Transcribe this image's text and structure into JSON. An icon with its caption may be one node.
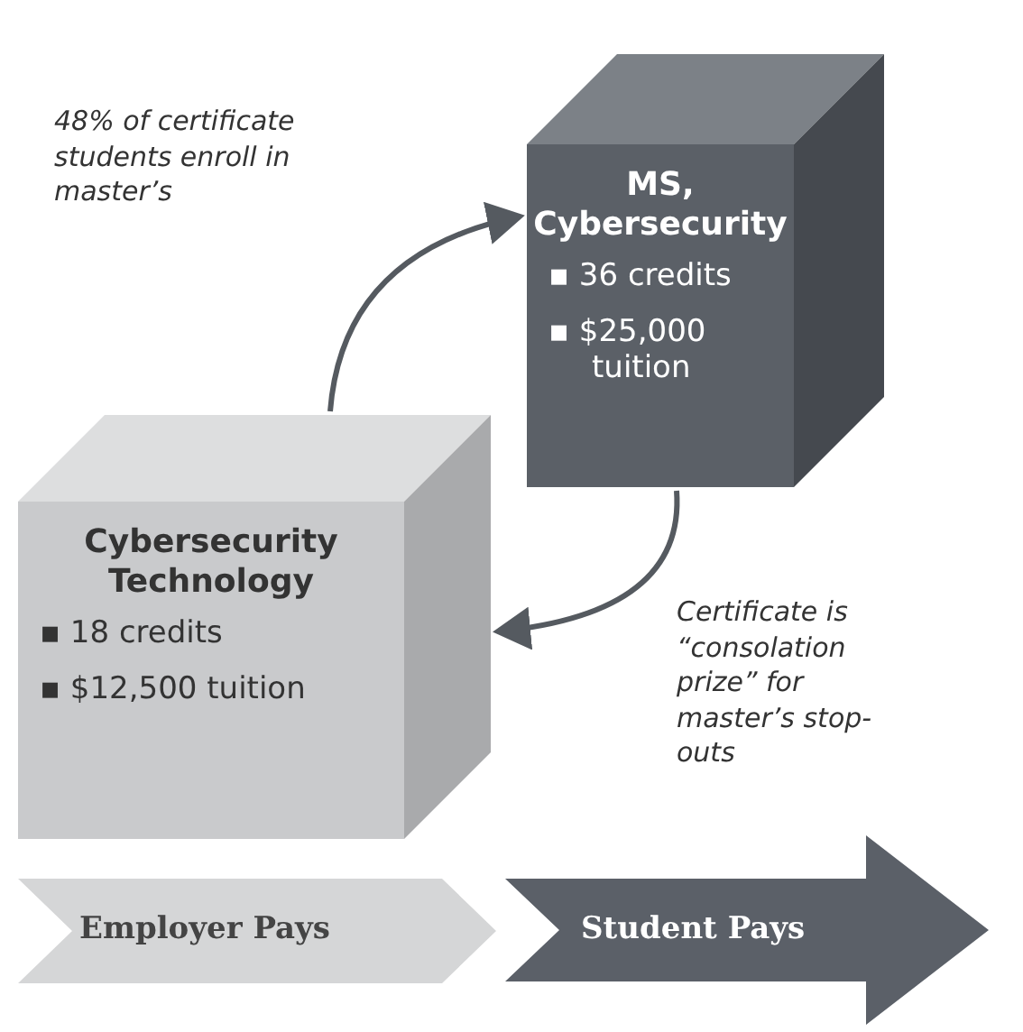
{
  "diagram": {
    "nodes": [
      {
        "text": [
          "MS, Cybersecurity",
          "▪ 36 credits",
          "▪ $25,000 tuition"
        ]
      },
      {
        "text": [
          "Cybersecurity Technology",
          "▪ 18 credits",
          "▪ $12,500 tuition"
        ]
      },
      {
        "text": [
          "Employer Pays"
        ]
      },
      {
        "text": [
          "Student Pays"
        ]
      }
    ],
    "edges": [
      {
        "from": 1,
        "to": 0,
        "arrow": "to",
        "label": "48% of certificate students enroll in master’s"
      },
      {
        "from": 0,
        "to": 1,
        "arrow": "to",
        "label": "Certificate is “consolation prize” for master’s stop-outs"
      }
    ]
  }
}
